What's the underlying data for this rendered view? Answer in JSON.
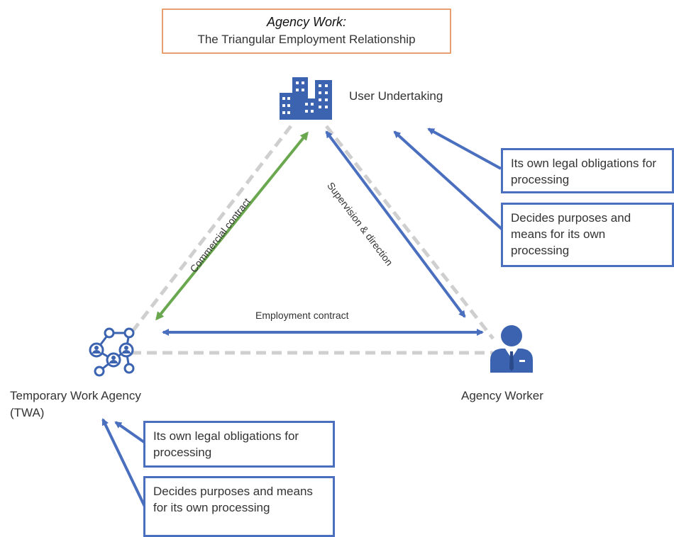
{
  "title": {
    "main": "Agency Work:",
    "subtitle": "The Triangular Employment Relationship"
  },
  "nodes": {
    "user": {
      "label": "User Undertaking",
      "icon": "buildings-icon"
    },
    "agency": {
      "label_line1": "Temporary Work Agency",
      "label_line2": "(TWA)",
      "icon": "network-people-icon"
    },
    "worker": {
      "label": "Agency Worker",
      "icon": "person-suit-icon"
    }
  },
  "edges": {
    "commercial": "Commercial contract",
    "supervision": "Supervision & direction",
    "employment": "Employment contract"
  },
  "notes": {
    "user": {
      "obligations": "Its own legal obligations for processing",
      "decides": "Decides purposes and means for its own processing"
    },
    "agency": {
      "obligations": "Its own legal obligations for processing",
      "decides": "Decides purposes and means for its own processing"
    }
  },
  "colors": {
    "blue": "#4a6fbf",
    "green": "#6aa84f",
    "dashed": "#cfcfcf",
    "title_border": "#e8a070"
  }
}
